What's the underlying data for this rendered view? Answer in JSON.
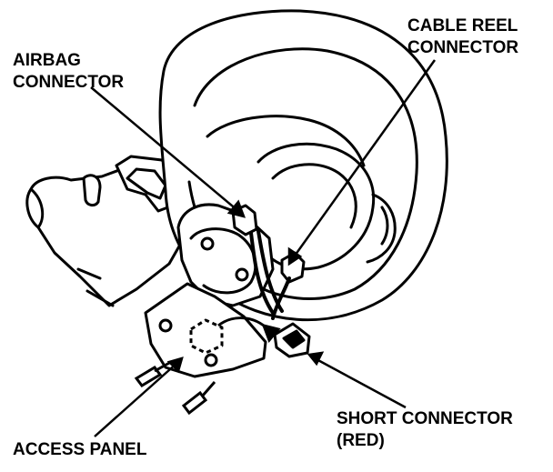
{
  "labels": {
    "airbag_connector": [
      "AIRBAG",
      "CONNECTOR"
    ],
    "cable_reel_connector": [
      "CABLE REEL",
      "CONNECTOR"
    ],
    "short_connector": [
      "SHORT CONNECTOR",
      "(RED)"
    ],
    "access_panel": [
      "ACCESS PANEL"
    ]
  },
  "colors": {
    "ink": "#000000",
    "paper": "#ffffff"
  }
}
